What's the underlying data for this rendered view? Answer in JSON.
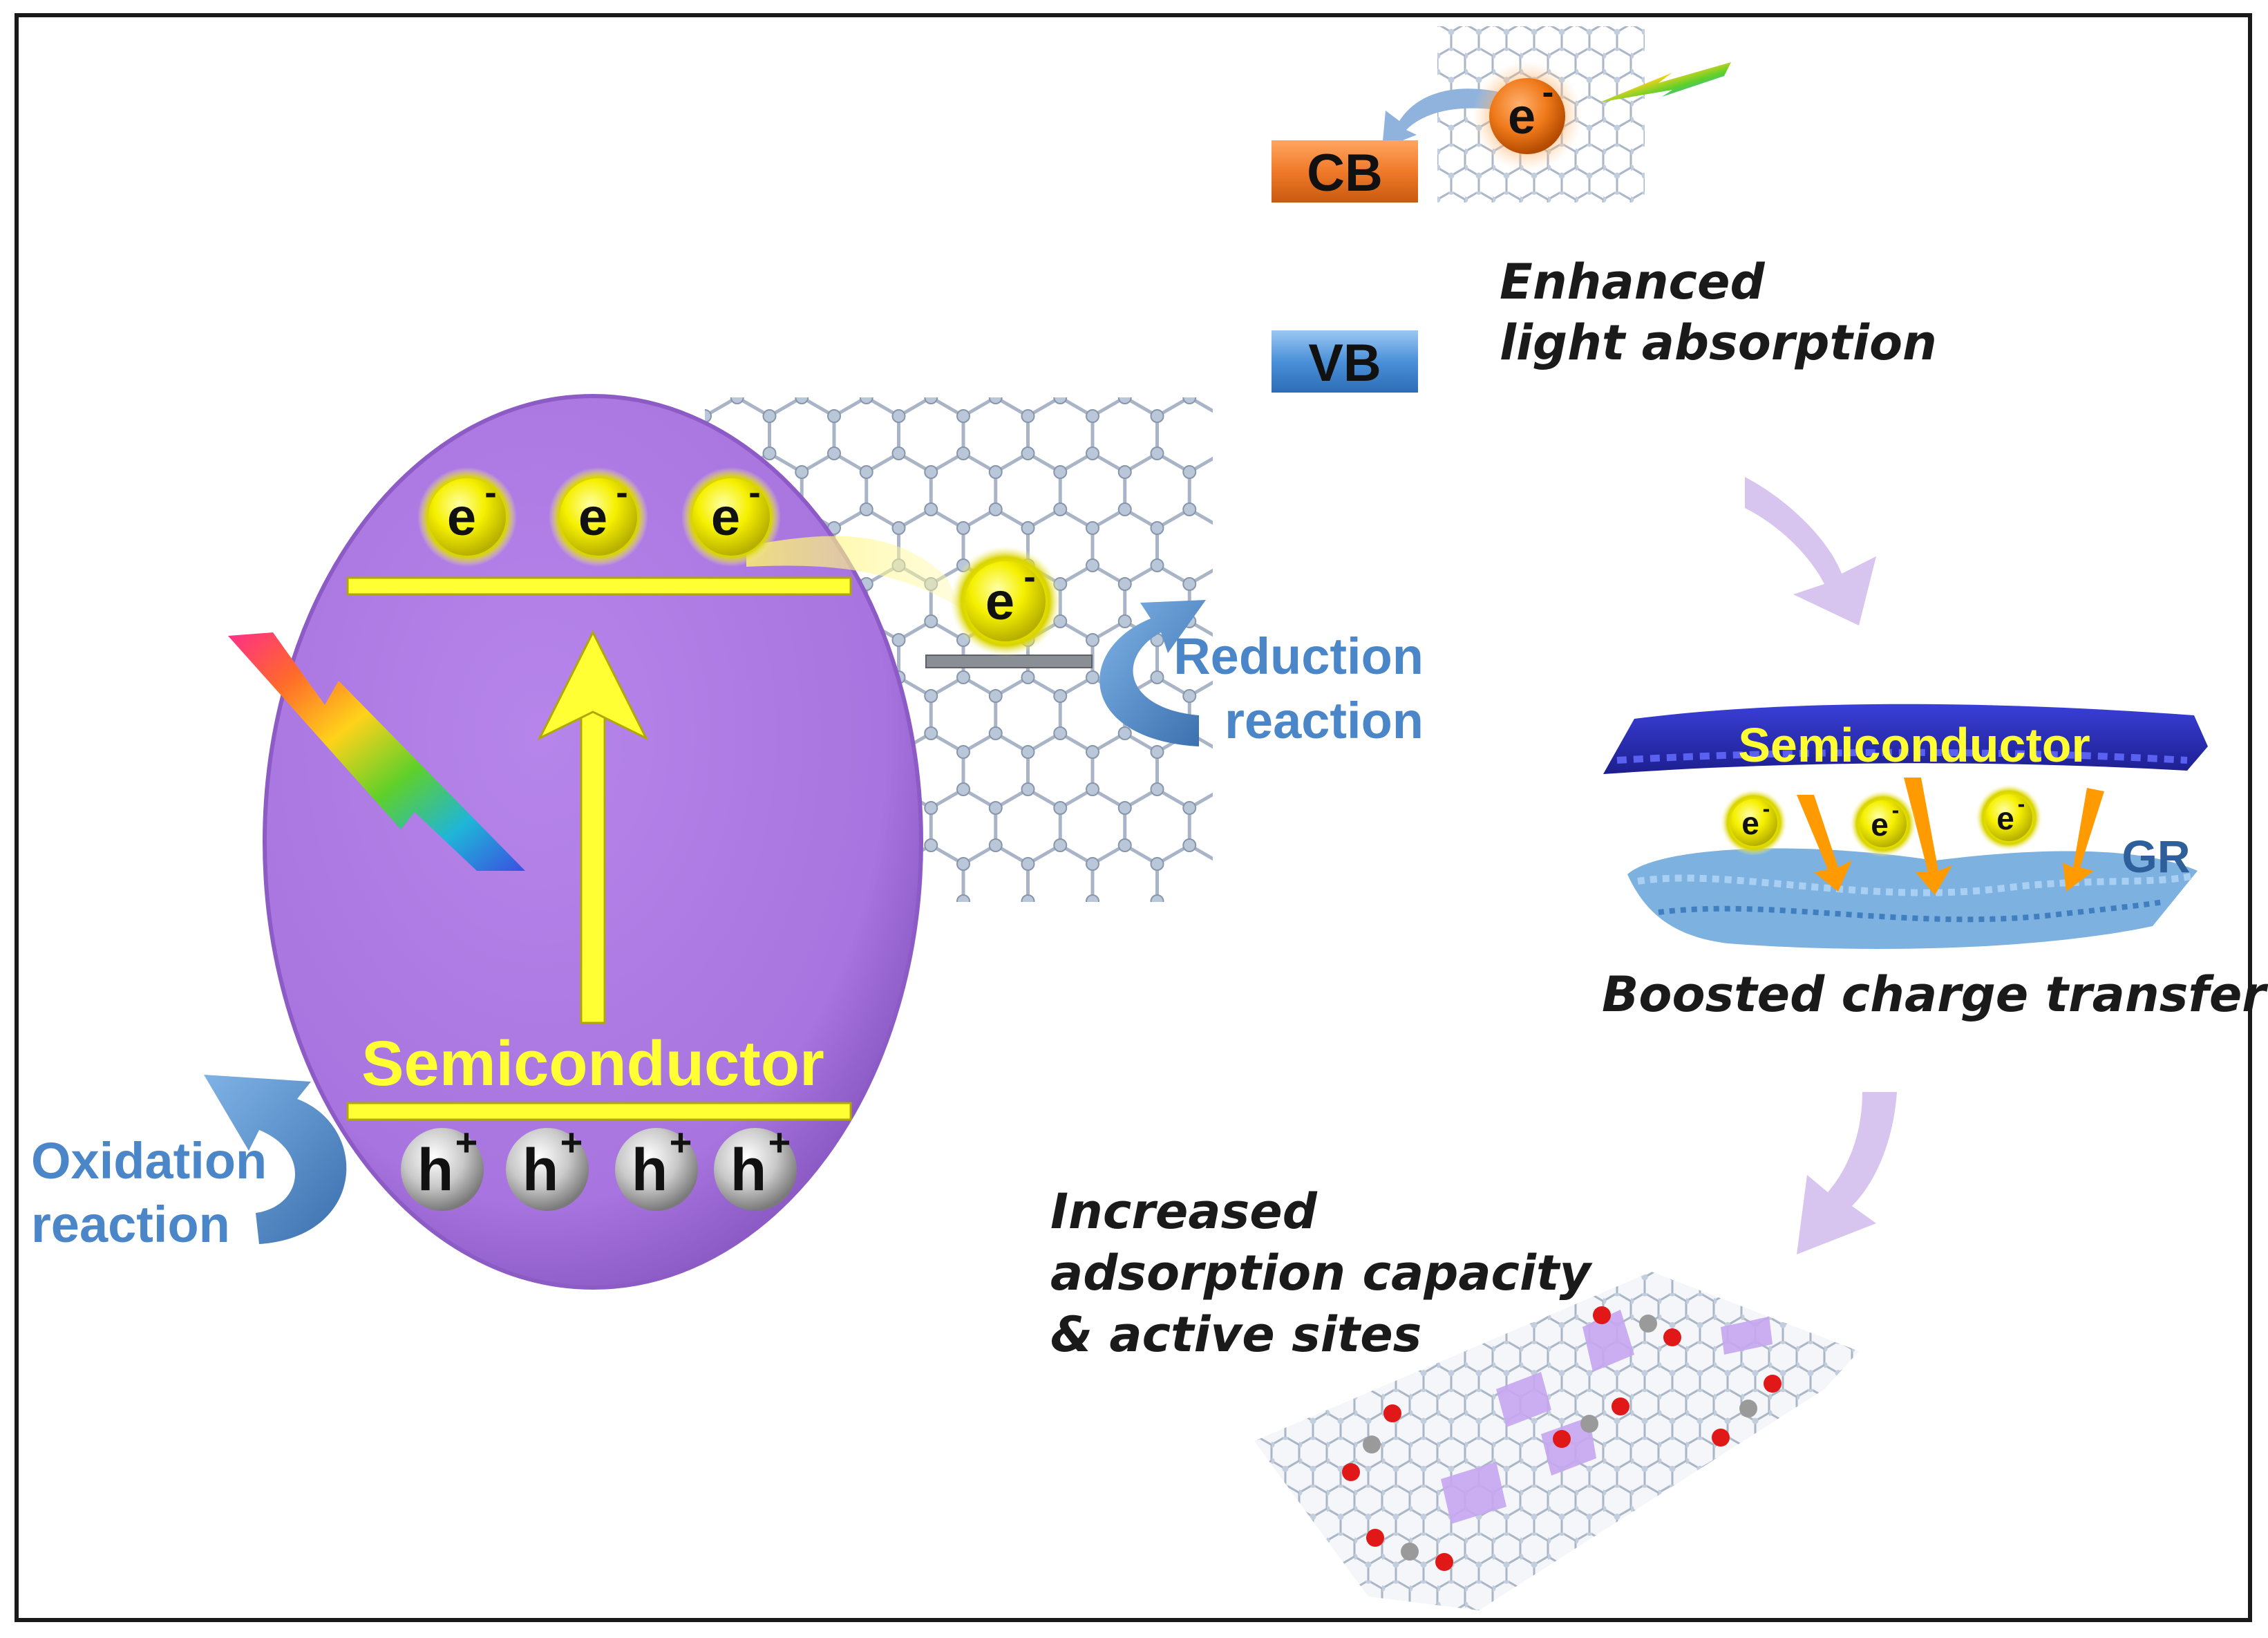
{
  "main_diagram": {
    "electron_symbol": "e",
    "electron_charge": "-",
    "hole_symbol": "h",
    "hole_charge": "+",
    "semiconductor_label": "Semiconductor",
    "reduction_line1": "Reduction",
    "reduction_line2": "reaction",
    "oxidation_line1": "Oxidation",
    "oxidation_line2": "reaction"
  },
  "panel_light": {
    "cb_label": "CB",
    "vb_label": "VB",
    "electron_symbol": "e",
    "electron_charge": "-",
    "caption_line1": "Enhanced",
    "caption_line2": "light absorption"
  },
  "panel_charge": {
    "semiconductor_label": "Semiconductor",
    "gr_label": "GR",
    "electron_symbol": "e",
    "electron_charge": "-",
    "caption": "Boosted charge transfer"
  },
  "panel_adsorption": {
    "caption_line1": "Increased",
    "caption_line2": "adsorption capacity",
    "caption_line3": "& active sites"
  },
  "colors": {
    "semiconductor_fill": "#b07fe3",
    "band_yellow": "#ffff33",
    "reaction_blue": "#4a86c8",
    "cb_orange": "#f07a2a",
    "vb_blue": "#4a90d9",
    "graphene_gray": "#a8b4c4",
    "flow_arrow": "#d7c4ef"
  }
}
